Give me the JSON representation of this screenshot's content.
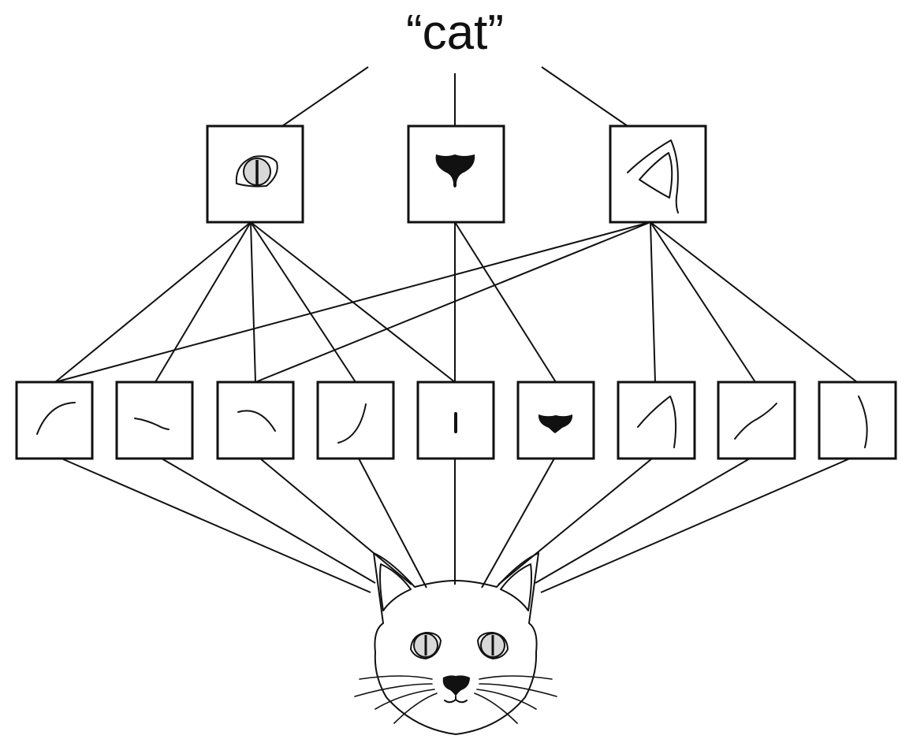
{
  "diagram": {
    "output_label": "“cat”"
  },
  "colors": {
    "line": "#111111",
    "background": "#ffffff",
    "eye_iris": "#d8d8d8"
  },
  "nodes": {
    "high_level": [
      "eye-feature",
      "nose-feature",
      "ear-feature"
    ],
    "low_level": [
      "curve-arc-up",
      "curve-wave",
      "curve-arc-down",
      "curve-hook",
      "vertical-dash",
      "nose-shape",
      "ear-outline",
      "diagonal-line",
      "slight-curve-vertical"
    ],
    "input": "cat-face-drawing"
  }
}
